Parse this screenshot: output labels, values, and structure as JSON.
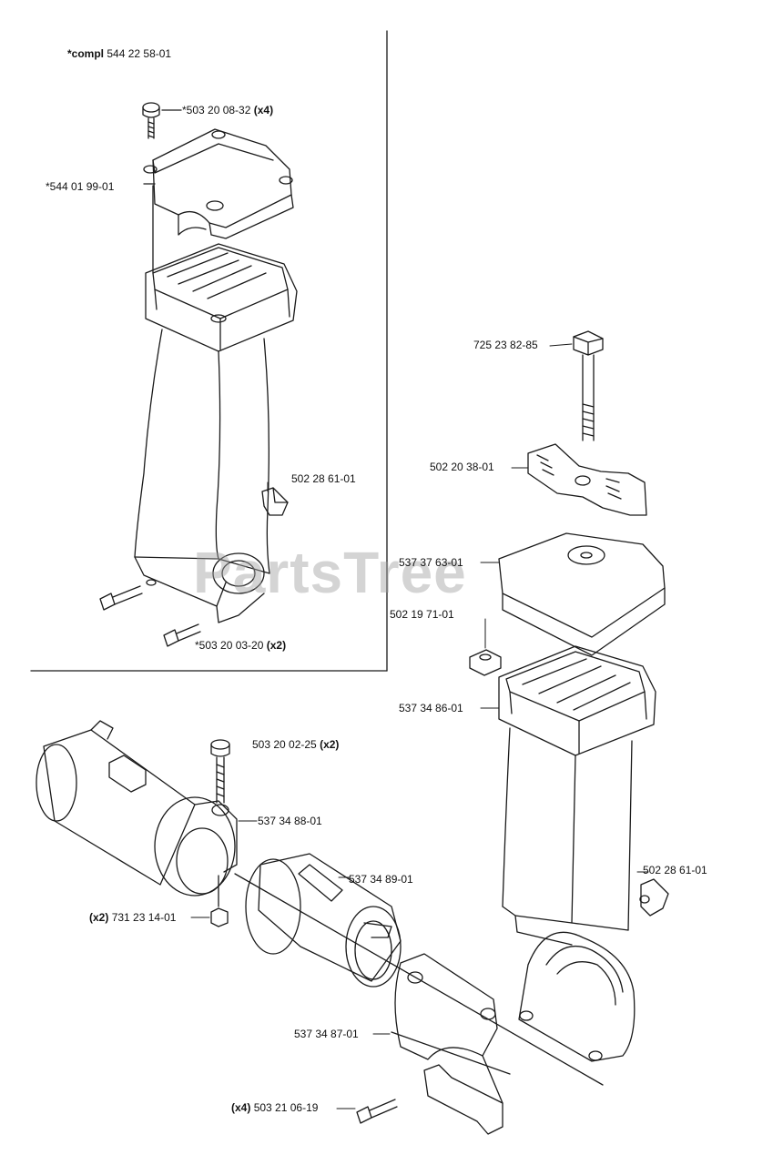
{
  "watermark": "PartsTree",
  "inset": {
    "kit_label": "*compl",
    "kit_part": "544 22 58-01",
    "screw_top": "*503 20 08-32",
    "screw_top_qty": "(x4)",
    "clamp_top": "*544 01 99-01",
    "clip": "502 28 61-01",
    "screw_bottom": "*503 20 03-20",
    "screw_bottom_qty": "(x2)"
  },
  "main": {
    "bolt": "725 23 82-85",
    "knob": "502 20 38-01",
    "cap": "537 37 63-01",
    "nut": "502 19 71-01",
    "block": "537 34 86-01",
    "clip": "502 28 61-01",
    "screw_tube": "503 20 02-25",
    "screw_tube_qty": "(x2)",
    "collar": "537 34 88-01",
    "sleeve": "537 34 89-01",
    "nut_small_qty": "(x2)",
    "nut_small": "731 23 14-01",
    "clamp_bottom": "537 34 87-01",
    "screw_bottom_qty": "(x4)",
    "screw_bottom": "503 21 06-19"
  }
}
